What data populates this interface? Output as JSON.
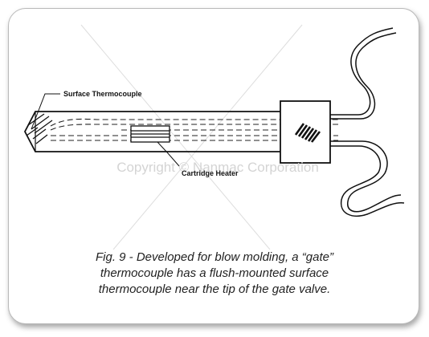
{
  "labels": {
    "surface_thermocouple": "Surface Thermocouple",
    "cartridge_heater": "Cartridge Heater"
  },
  "watermark": "Copyright © Nanmac Corporation",
  "caption": {
    "line1": "Fig. 9 - Developed for blow molding, a “gate”",
    "line2": "thermocouple has a flush-mounted surface",
    "line3": "thermocouple near the tip of the gate valve."
  }
}
